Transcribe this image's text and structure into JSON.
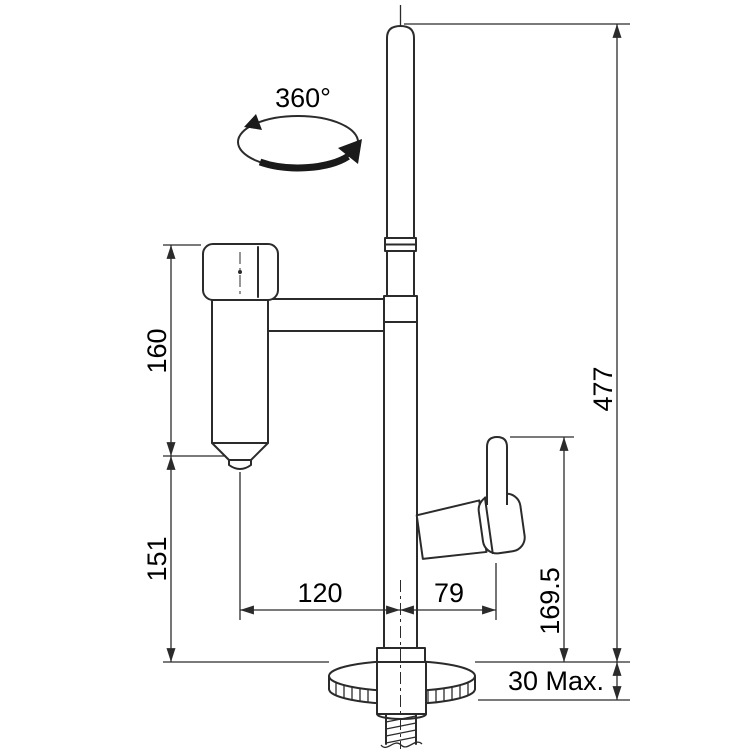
{
  "canvas": {
    "background": "#ffffff",
    "line_color": "#2b2b2b",
    "text_color": "#000000"
  },
  "icons": {
    "rotation_arrow": "elliptical-360-swivel-arrow"
  },
  "diagram": {
    "labels": {
      "rotation_angle": "360°",
      "filter_height": "160",
      "nozzle_clearance": "151",
      "filter_offset": "120",
      "handle_offset": "79",
      "handle_height": "169.5",
      "overall_height": "477",
      "counter_thickness": "30 Max."
    }
  }
}
